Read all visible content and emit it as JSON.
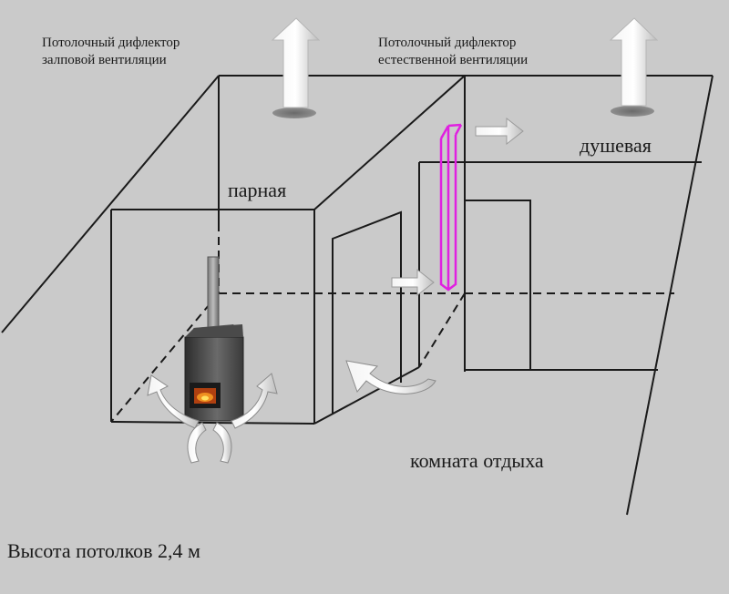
{
  "labels": {
    "hall_deflector_line1": "Потолочный дифлектор",
    "hall_deflector_line2": "залповой вентиляции",
    "natural_deflector_line1": "Потолочный дифлектор",
    "natural_deflector_line2": "естественной вентиляции",
    "steam_room": "парная",
    "shower": "душевая",
    "rest_room": "комната отдыха",
    "ceiling_height": "Высота потолков 2,4 м"
  },
  "colors": {
    "background": "#cacaca",
    "lines": "#1a1a1a",
    "duct": "#e020e0",
    "arrow_fill": "#ffffff"
  }
}
